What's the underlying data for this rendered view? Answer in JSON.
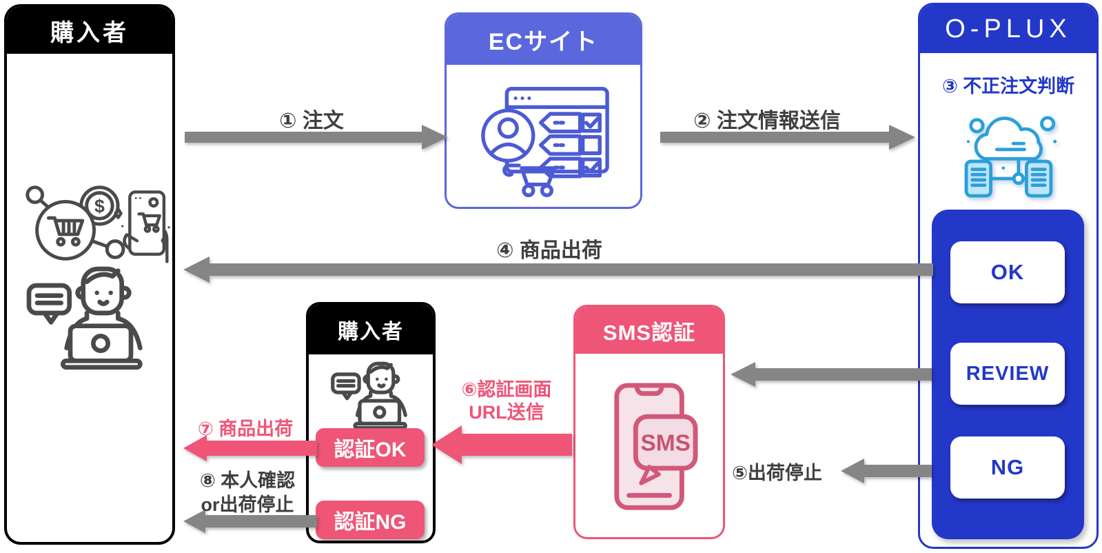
{
  "boxes": {
    "buyer_left": {
      "title": "購入者"
    },
    "ec": {
      "title": "ECサイト"
    },
    "oplux": {
      "title": "O-PLUX",
      "step": "③ 不正注文判断",
      "ok": "OK",
      "review": "REVIEW",
      "ng": "NG"
    },
    "buyer_center": {
      "title": "購入者",
      "auth_ok": "認証OK",
      "auth_ng": "認証NG"
    },
    "sms": {
      "title": "SMS認証",
      "bubble": "SMS"
    }
  },
  "labels": {
    "step1": "① 注文",
    "step2": "② 注文情報送信",
    "step4": "④ 商品出荷",
    "step5": "⑤出荷停止",
    "step6_line1": "⑥認証画面",
    "step6_line2": "URL送信",
    "step7": "⑦ 商品出荷",
    "step8_line1": "⑧ 本人確認",
    "step8_line2": "or出荷停止"
  },
  "colors": {
    "black": "#000000",
    "ec_blue": "#5B67DC",
    "oplux_blue": "#2337C8",
    "pink": "#EE5577",
    "arrow_gray": "#858585",
    "text_dark": "#3F3F3F",
    "icon_gray": "#4A4A4A",
    "cloud_stroke": "#2B9FD9",
    "cloud_fill": "#BFE4F8",
    "phone_stroke": "#D2587A",
    "phone_fill": "#F6E3E9"
  }
}
